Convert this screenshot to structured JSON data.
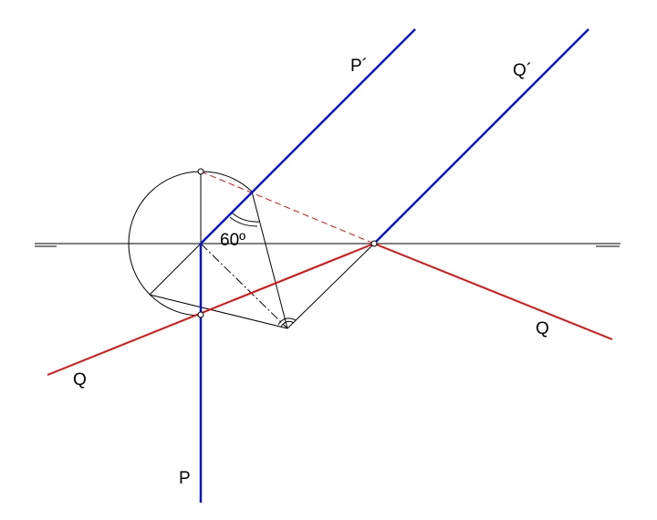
{
  "labels": {
    "p_prime": "P´",
    "q_prime": "Q´",
    "angle": "60º",
    "q_right": "Q",
    "q_left": "Q",
    "p": "P"
  },
  "colors": {
    "blue": "#0a14c8",
    "red": "#e01010",
    "black": "#000000"
  }
}
